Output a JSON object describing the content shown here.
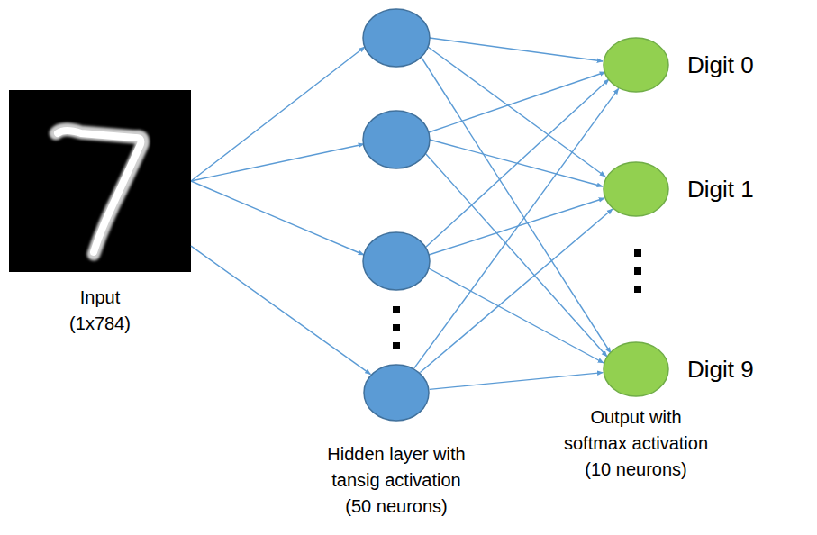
{
  "diagram": {
    "nodes": [
      {
        "text": [
          "Input (1x784)"
        ]
      },
      {
        "text": [
          "Hidden layer with tansig activation (50 neurons)"
        ]
      },
      {
        "text": [
          "Digit 0"
        ]
      },
      {
        "text": [
          "Digit 1"
        ]
      },
      {
        "text": [
          "Digit 9",
          "Output with softmax activation (10 neurons)"
        ]
      }
    ],
    "edges": [
      {
        "from": 0,
        "to": 1,
        "arrow": "to"
      },
      {
        "from": 1,
        "to": 2,
        "arrow": "to"
      },
      {
        "from": 1,
        "to": 3,
        "arrow": "to"
      },
      {
        "from": 1,
        "to": 4,
        "arrow": "to"
      }
    ]
  }
}
